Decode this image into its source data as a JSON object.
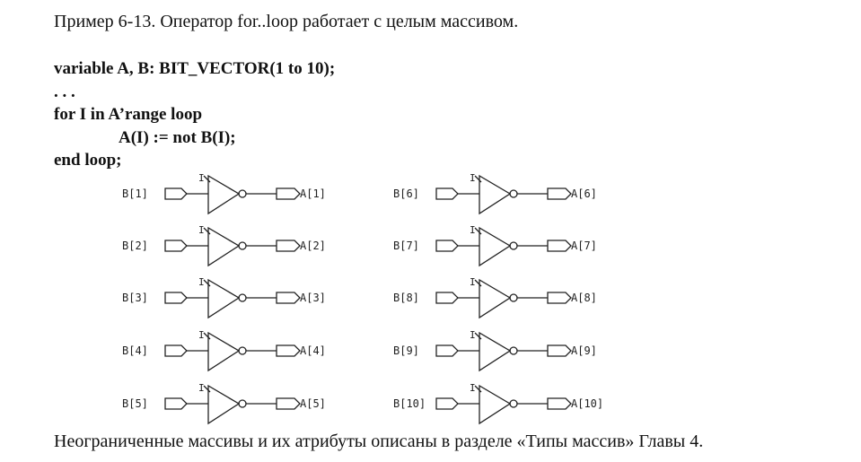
{
  "caption": "Пример 6-13. Оператор for..loop работает с целым массивом.",
  "code": {
    "line1": "variable A, B: BIT_VECTOR(1 to 10);",
    "line2": ". . .",
    "line3": "for I in A’range loop",
    "line4": "A(I) := not B(I);",
    "line5": "end loop;"
  },
  "schematic": {
    "marker": "I",
    "left_column": [
      {
        "input": "B[1]",
        "output": "A[1]"
      },
      {
        "input": "B[2]",
        "output": "A[2]"
      },
      {
        "input": "B[3]",
        "output": "A[3]"
      },
      {
        "input": "B[4]",
        "output": "A[4]"
      },
      {
        "input": "B[5]",
        "output": "A[5]"
      }
    ],
    "right_column": [
      {
        "input": "B[6]",
        "output": "A[6]"
      },
      {
        "input": "B[7]",
        "output": "A[7]"
      },
      {
        "input": "B[8]",
        "output": "A[8]"
      },
      {
        "input": "B[9]",
        "output": "A[9]"
      },
      {
        "input": "B[10]",
        "output": "A[10]"
      }
    ]
  },
  "footer": "Неограниченные массивы и их атрибуты описаны в разделе «Типы массив» Главы 4."
}
